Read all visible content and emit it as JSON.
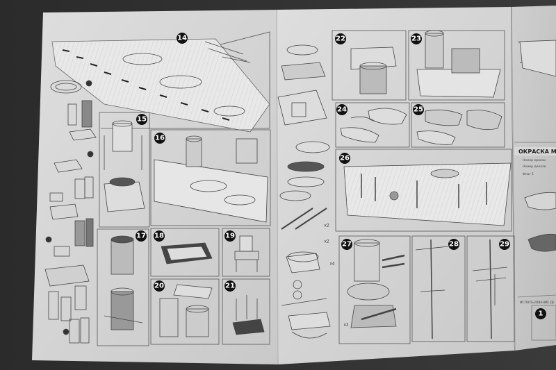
{
  "photo": {
    "subject": "",
    "steps": [
      {
        "id": "s14",
        "label": "14"
      },
      {
        "id": "s15",
        "label": "15"
      },
      {
        "id": "s16",
        "label": "16"
      },
      {
        "id": "s17",
        "label": "17"
      },
      {
        "id": "s18",
        "label": "18"
      },
      {
        "id": "s19",
        "label": "19"
      },
      {
        "id": "s20",
        "label": "20"
      },
      {
        "id": "s21",
        "label": "21"
      },
      {
        "id": "s22",
        "label": "22"
      },
      {
        "id": "s23",
        "label": "23"
      },
      {
        "id": "s24",
        "label": "24"
      },
      {
        "id": "s25",
        "label": "25"
      },
      {
        "id": "s26",
        "label": "26"
      },
      {
        "id": "s27",
        "label": "27"
      },
      {
        "id": "s28",
        "label": "28"
      },
      {
        "id": "s29",
        "label": "29"
      },
      {
        "id": "s1r",
        "label": "1"
      }
    ],
    "right_page": {
      "heading": "ОКРАСКА МО",
      "lines": [
        "Номер краски",
        "Номер декали"
      ],
      "flag_label": "Флаг 1",
      "bottom_heading": "ИСПОЛЬЗОВАНИЕ ДЕ"
    },
    "multipliers": [
      "x2",
      "x2",
      "x4",
      "x2"
    ]
  }
}
